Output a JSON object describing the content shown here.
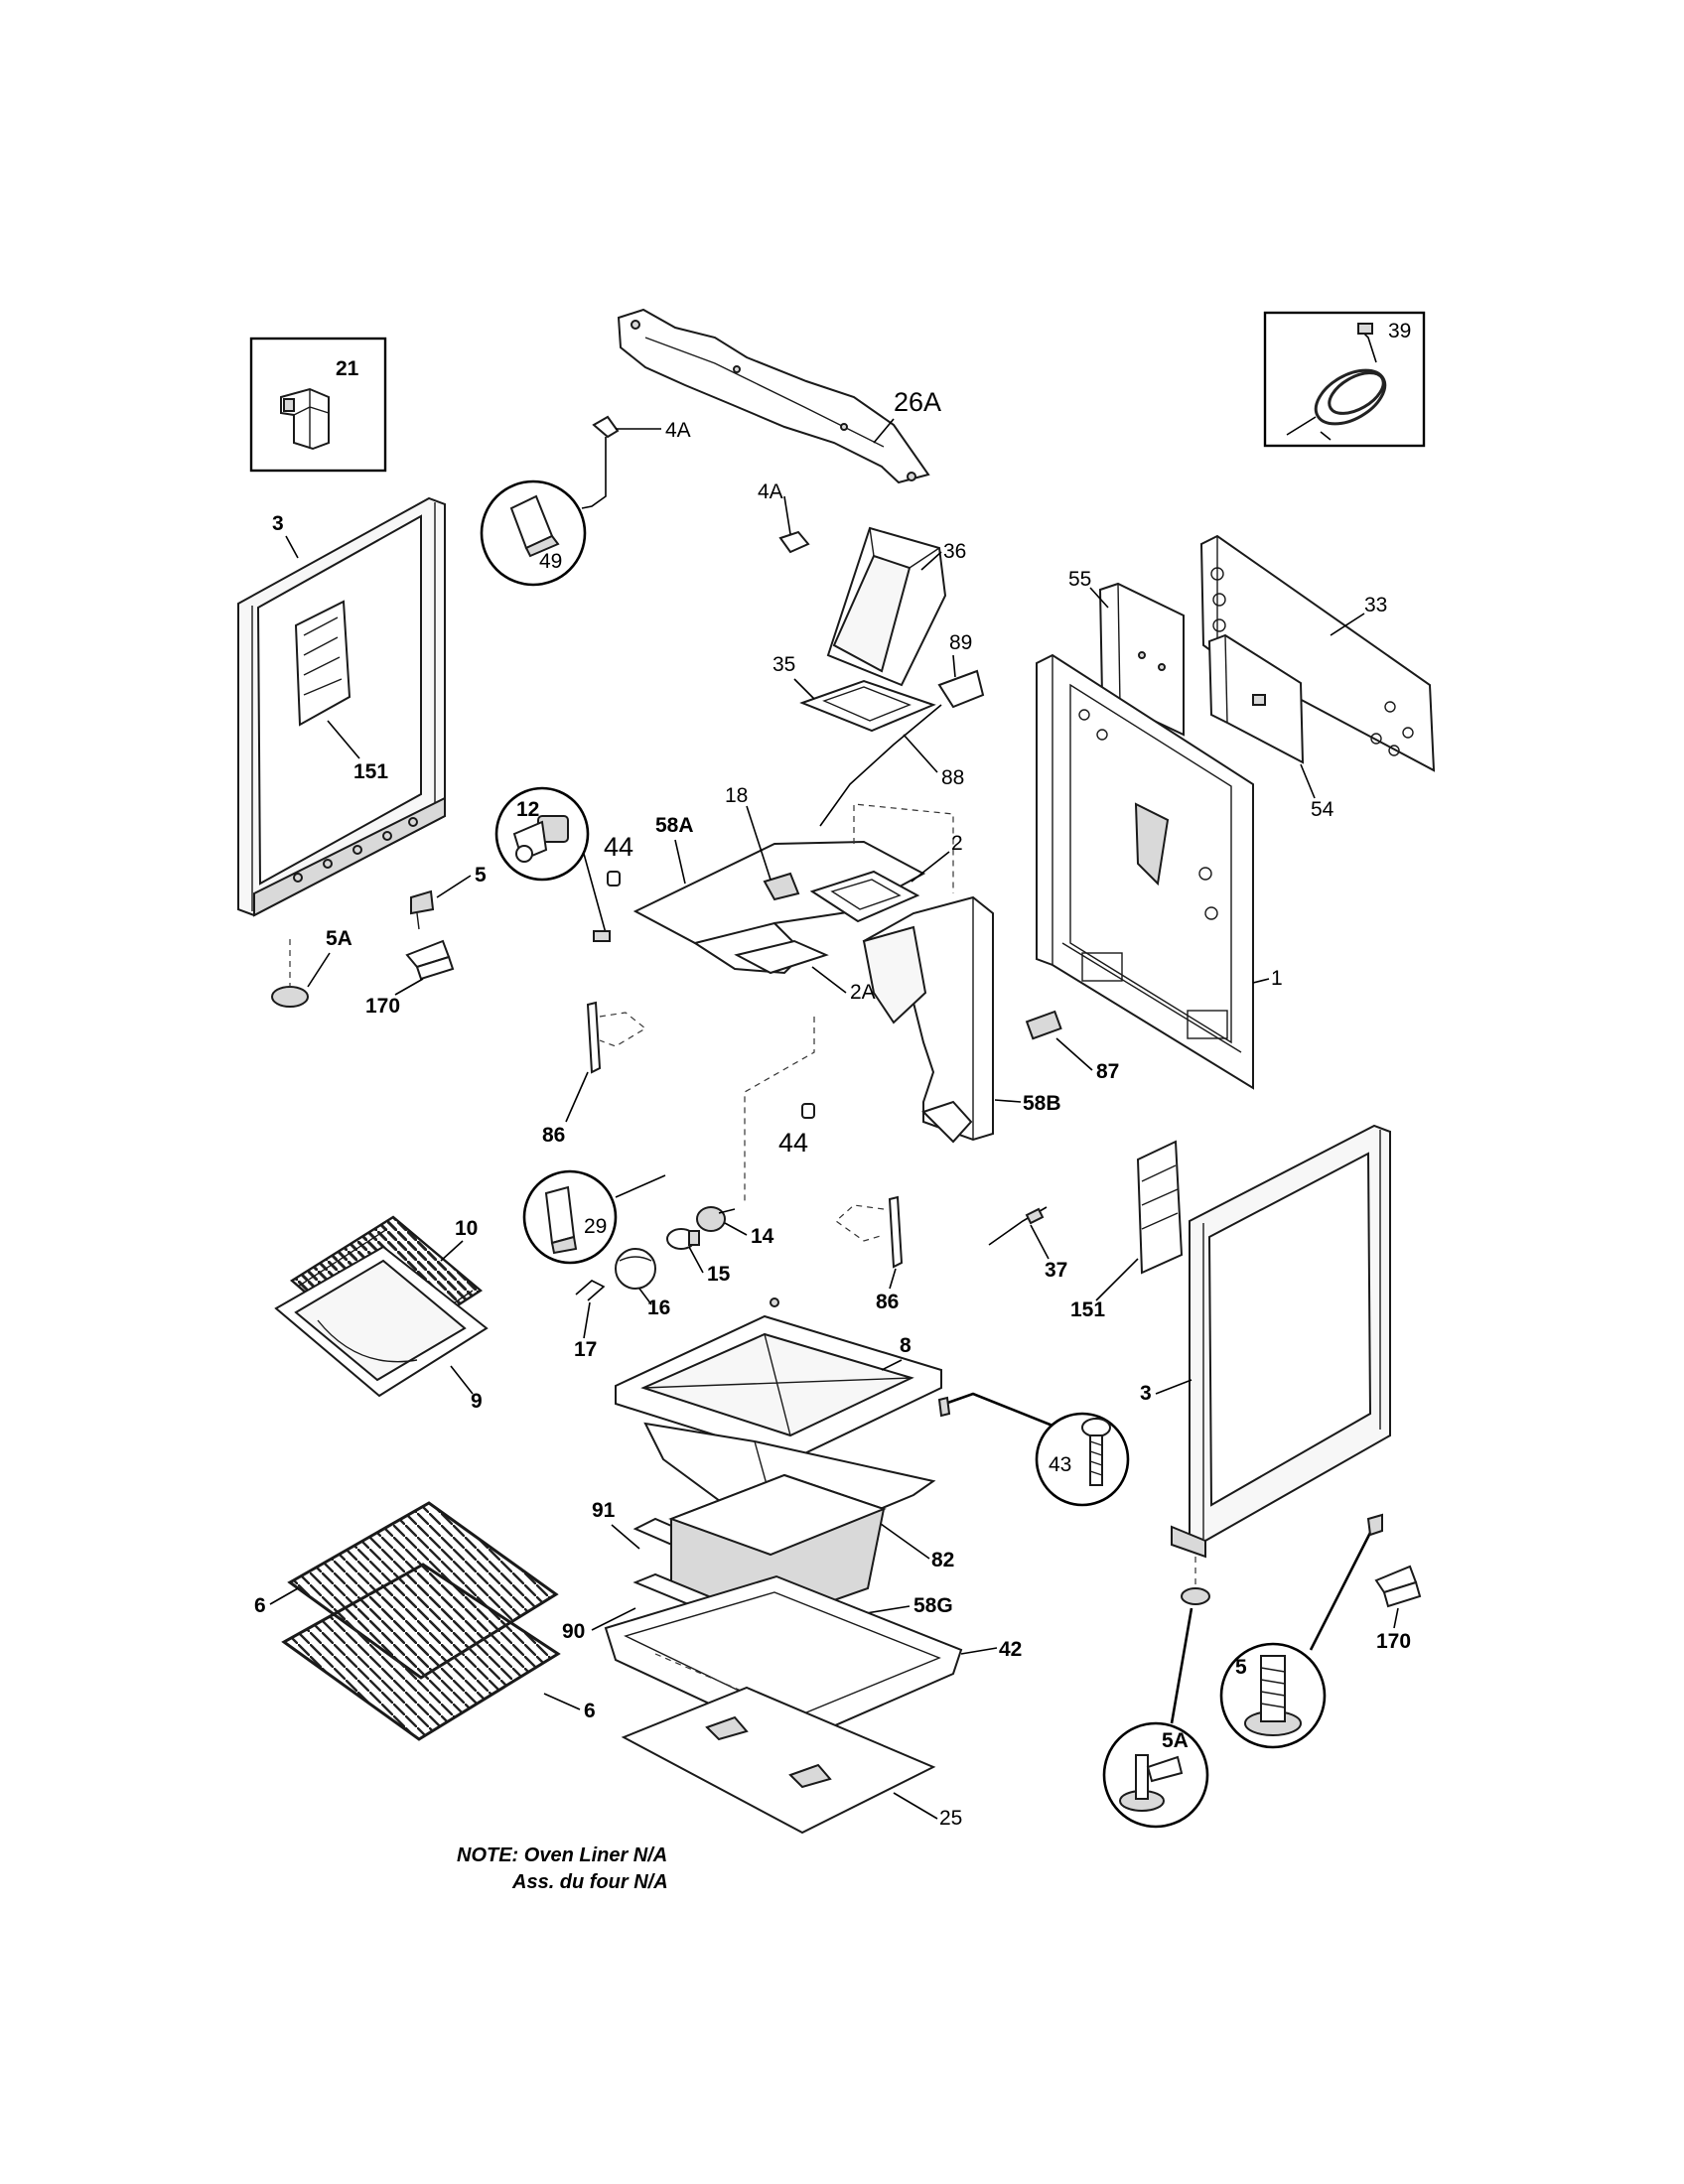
{
  "labels": {
    "p21": "21",
    "p39": "39",
    "p26A": "26A",
    "p4A_top": "4A",
    "p4A_mid": "4A",
    "p49": "49",
    "p3_left": "3",
    "p36": "36",
    "p55": "55",
    "p33": "33",
    "p35": "35",
    "p89": "89",
    "p88": "88",
    "p151_left": "151",
    "p54": "54",
    "p12": "12",
    "p44_top": "44",
    "p58A": "58A",
    "p18": "18",
    "p2": "2",
    "p5_left": "5",
    "p1": "1",
    "p5A_left": "5A",
    "p170_left": "170",
    "p2A": "2A",
    "p87": "87",
    "p86_left": "86",
    "p58B": "58B",
    "p44_mid": "44",
    "p29": "29",
    "p14": "14",
    "p10": "10",
    "p15": "15",
    "p37": "37",
    "p86_mid": "86",
    "p151_right": "151",
    "p16": "16",
    "p17": "17",
    "p8": "8",
    "p3_right": "3",
    "p9": "9",
    "p43": "43",
    "p82": "82",
    "p91": "91",
    "p58G": "58G",
    "p6_top": "6",
    "p90": "90",
    "p42": "42",
    "p170_right": "170",
    "p5_right": "5",
    "p6_bottom": "6",
    "p5A_right": "5A",
    "p25": "25"
  },
  "note": {
    "line1": "NOTE: Oven Liner N/A",
    "line2": "Ass. du four N/A"
  }
}
